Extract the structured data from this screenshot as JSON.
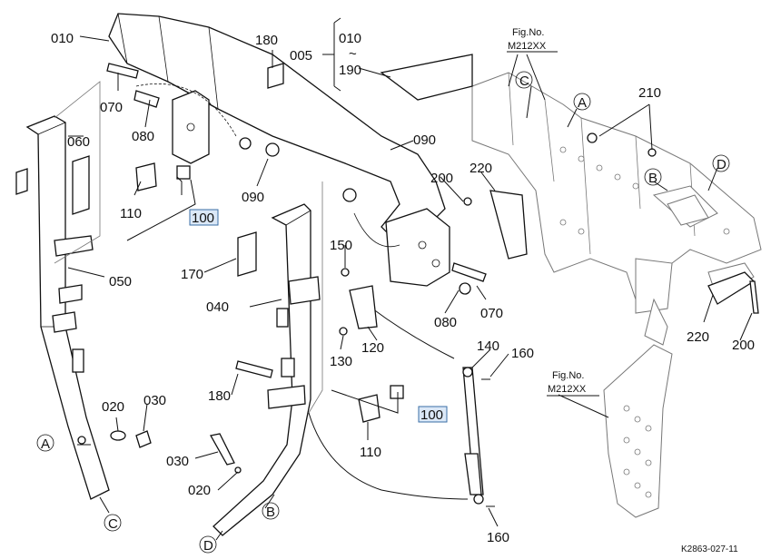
{
  "parts": {
    "p005": "005",
    "p010": "010",
    "p010b": "010",
    "p020a": "020",
    "p020b": "020",
    "p030a": "030",
    "p030b": "030",
    "p040": "040",
    "p050": "050",
    "p060": "060",
    "p070a": "070",
    "p070b": "070",
    "p080a": "080",
    "p080b": "080",
    "p090a": "090",
    "p090b": "090",
    "p100a": "100",
    "p100b": "100",
    "p110a": "110",
    "p110b": "110",
    "p120": "120",
    "p130": "130",
    "p140": "140",
    "p150": "150",
    "p160a": "160",
    "p160b": "160",
    "p170": "170",
    "p180a": "180",
    "p180b": "180",
    "p190": "190",
    "p200a": "200",
    "p200b": "200",
    "p210": "210",
    "p220a": "220",
    "p220b": "220",
    "tilde": "~"
  },
  "refs": {
    "A1": "A",
    "A2": "A",
    "B1": "B",
    "B2": "B",
    "C1": "C",
    "C2": "C",
    "D1": "D",
    "D2": "D"
  },
  "fig": {
    "fig1_title": "Fig.No.",
    "fig1_num": "M212XX",
    "fig2_title": "Fig.No.",
    "fig2_num": "M212XX"
  },
  "diagram_code": "K2863-027-11"
}
